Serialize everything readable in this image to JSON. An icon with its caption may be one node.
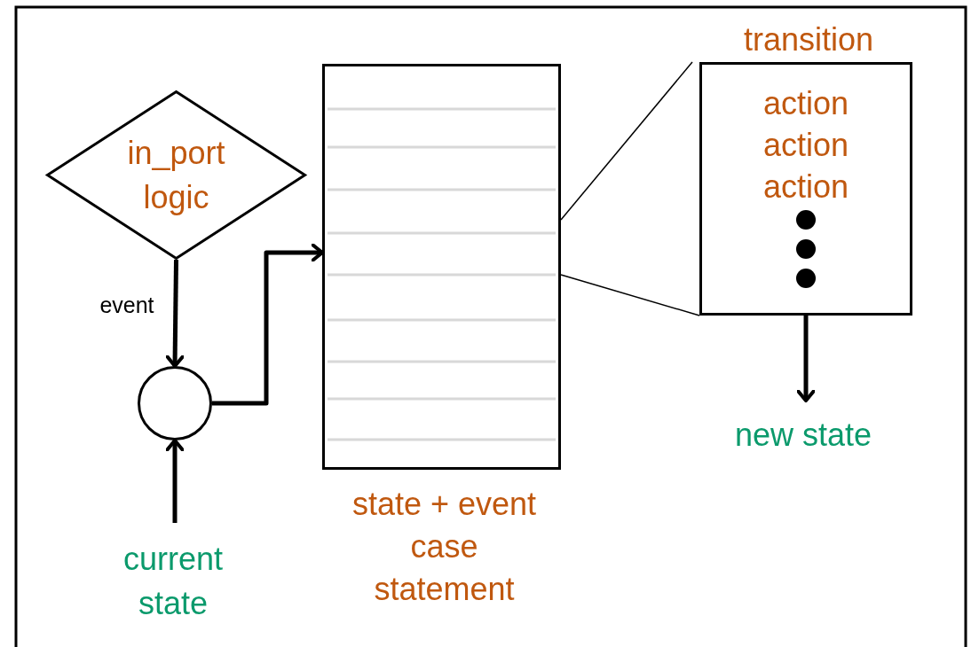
{
  "diagram": {
    "nodes": [
      {
        "text": [
          "in_port logic"
        ]
      },
      {
        "text": [],
        "shape": "circle"
      },
      {
        "text": [
          "current state"
        ]
      },
      {
        "text": [],
        "shape": "box",
        "beside": [
          "state + event case statement"
        ]
      },
      {
        "text": [
          "transition",
          "action",
          "action",
          "action"
        ]
      },
      {
        "text": [
          "new state"
        ]
      }
    ],
    "edges": [
      {
        "from": 0,
        "to": 1,
        "arrow": "to",
        "label": "event"
      },
      {
        "from": 2,
        "to": 1,
        "arrow": "to"
      },
      {
        "from": 1,
        "to": 3,
        "arrow": "to"
      },
      {
        "from": 3,
        "to": 4,
        "arrow": "none"
      },
      {
        "from": 3,
        "to": 4,
        "arrow": "none"
      },
      {
        "from": 4,
        "to": 5,
        "arrow": "to"
      }
    ]
  }
}
